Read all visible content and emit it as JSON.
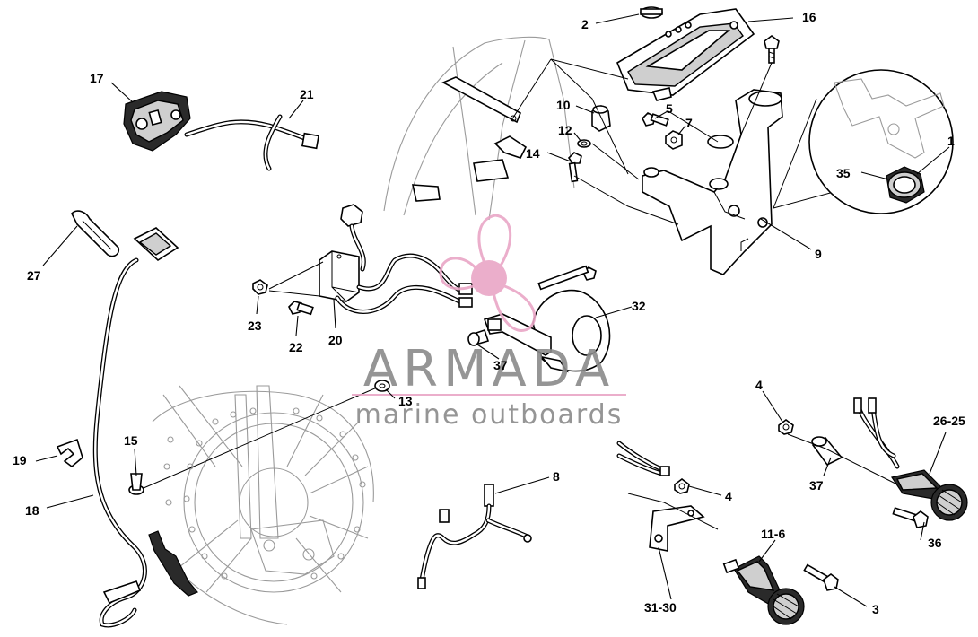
{
  "diagram": {
    "labels": [
      {
        "id": "2",
        "text": "2"
      },
      {
        "id": "16",
        "text": "16"
      },
      {
        "id": "17",
        "text": "17"
      },
      {
        "id": "21",
        "text": "21"
      },
      {
        "id": "10",
        "text": "10"
      },
      {
        "id": "5",
        "text": "5"
      },
      {
        "id": "7",
        "text": "7"
      },
      {
        "id": "12",
        "text": "12"
      },
      {
        "id": "14",
        "text": "14"
      },
      {
        "id": "1",
        "text": "1"
      },
      {
        "id": "35",
        "text": "35"
      },
      {
        "id": "9",
        "text": "9"
      },
      {
        "id": "27",
        "text": "27"
      },
      {
        "id": "23",
        "text": "23"
      },
      {
        "id": "22",
        "text": "22"
      },
      {
        "id": "20",
        "text": "20"
      },
      {
        "id": "32",
        "text": "32"
      },
      {
        "id": "37a",
        "text": "37"
      },
      {
        "id": "13",
        "text": "13"
      },
      {
        "id": "4a",
        "text": "4"
      },
      {
        "id": "26-25",
        "text": "26-25"
      },
      {
        "id": "15",
        "text": "15"
      },
      {
        "id": "19",
        "text": "19"
      },
      {
        "id": "18",
        "text": "18"
      },
      {
        "id": "8",
        "text": "8"
      },
      {
        "id": "4b",
        "text": "4"
      },
      {
        "id": "37b",
        "text": "37"
      },
      {
        "id": "36",
        "text": "36"
      },
      {
        "id": "11-6",
        "text": "11-6"
      },
      {
        "id": "31-30",
        "text": "31-30"
      },
      {
        "id": "3",
        "text": "3"
      }
    ]
  },
  "watermark": {
    "brand": "ARMADA",
    "tagline": "marine outboards",
    "accent_color": "#e9a6c6",
    "text_color": "#8a8a8a"
  }
}
